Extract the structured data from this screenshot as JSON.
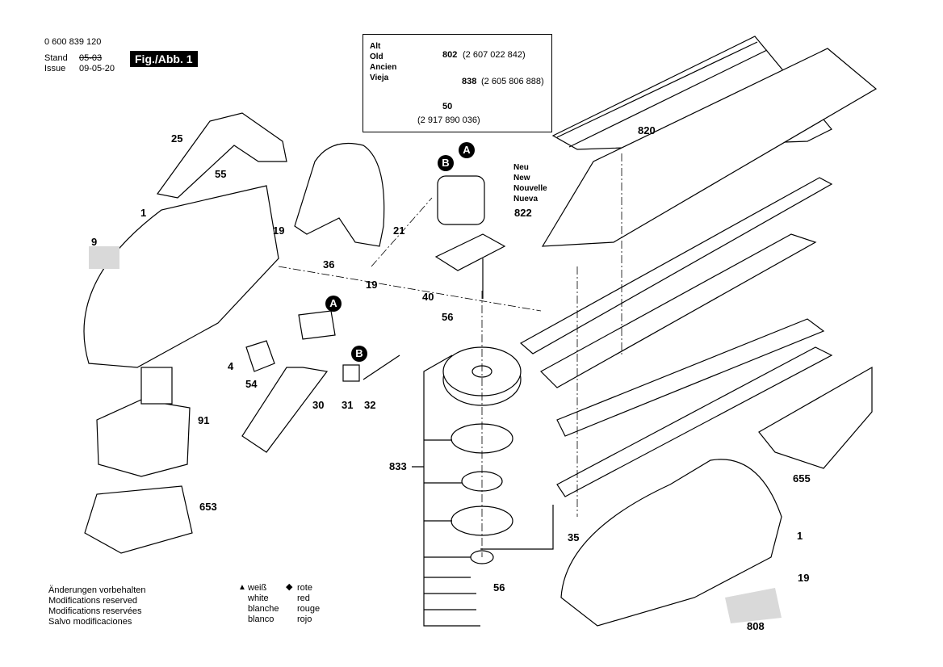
{
  "header": {
    "part_number": "0 600 839 120",
    "stand_label": "Stand",
    "issue_label": "Issue",
    "old_date": "05-03",
    "issue_date": "09-05-20",
    "figure": "Fig./Abb. 1"
  },
  "inset": {
    "languages_old": [
      "Alt",
      "Old",
      "Ancien",
      "Vieja"
    ],
    "parts": [
      {
        "num": "802",
        "code": "(2 607 022 842)"
      },
      {
        "num": "838",
        "code": "(2 605 806 888)"
      },
      {
        "num": "50",
        "code": ""
      }
    ],
    "bottom_code": "(2 917 890 036)"
  },
  "languages_new": [
    "Neu",
    "New",
    "Nouvelle",
    "Nueva"
  ],
  "badges": {
    "a": "A",
    "b": "B"
  },
  "part_labels": {
    "p25": "25",
    "p55": "55",
    "p1": "1",
    "p9": "9",
    "p19a": "19",
    "p21": "21",
    "p19b": "19",
    "p36": "36",
    "p4": "4",
    "p54": "54",
    "p30": "30",
    "p31": "31",
    "p32": "32",
    "p91": "91",
    "p653": "653",
    "p822": "822",
    "p40": "40",
    "p56a": "56",
    "p820": "820",
    "p833": "833",
    "p35": "35",
    "p56b": "56",
    "p655": "655",
    "p1b": "1",
    "p19c": "19",
    "p808": "808"
  },
  "footer": {
    "notes": [
      "Änderungen vorbehalten",
      "Modifications reserved",
      "Modifications reservées",
      "Salvo modificaciones"
    ],
    "legend_triangle": [
      "weiß",
      "white",
      "blanche",
      "blanco"
    ],
    "legend_diamond": [
      "rote",
      "red",
      "rouge",
      "rojo"
    ]
  },
  "colors": {
    "line": "#000000",
    "background": "#ffffff",
    "fill_gray": "#d9d9d9"
  }
}
